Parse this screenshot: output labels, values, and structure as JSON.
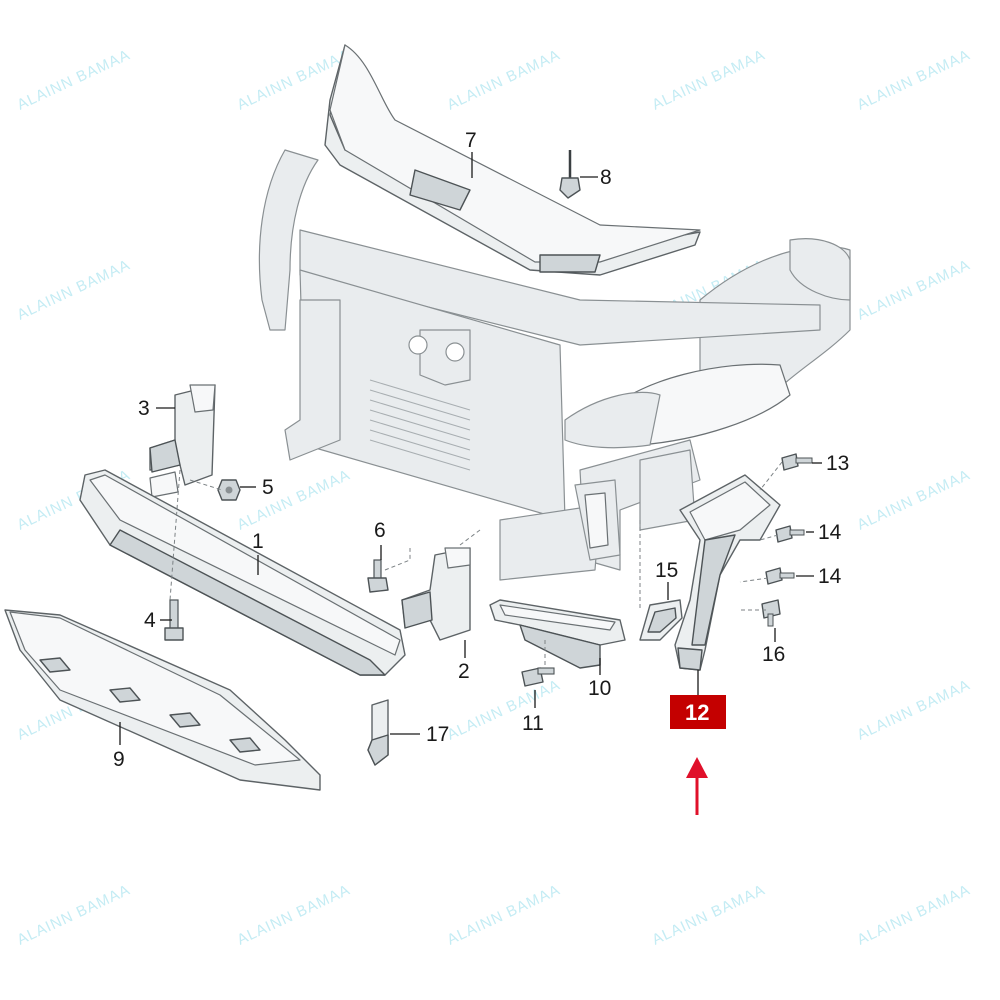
{
  "watermark": {
    "text": "ALAINN BAMAA"
  },
  "callouts": [
    {
      "id": "p1",
      "label": "1"
    },
    {
      "id": "p2",
      "label": "2"
    },
    {
      "id": "p3",
      "label": "3"
    },
    {
      "id": "p4",
      "label": "4"
    },
    {
      "id": "p5",
      "label": "5"
    },
    {
      "id": "p6",
      "label": "6"
    },
    {
      "id": "p7",
      "label": "7"
    },
    {
      "id": "p8",
      "label": "8"
    },
    {
      "id": "p9",
      "label": "9"
    },
    {
      "id": "p10",
      "label": "10"
    },
    {
      "id": "p11",
      "label": "11"
    },
    {
      "id": "p12",
      "label": "12"
    },
    {
      "id": "p13",
      "label": "13"
    },
    {
      "id": "p14a",
      "label": "14"
    },
    {
      "id": "p14b",
      "label": "14"
    },
    {
      "id": "p15",
      "label": "15"
    },
    {
      "id": "p16",
      "label": "16"
    },
    {
      "id": "p17",
      "label": "17"
    }
  ],
  "highlight": {
    "label": "12",
    "box_color": "#c40000",
    "arrow_color": "#e0102a"
  }
}
